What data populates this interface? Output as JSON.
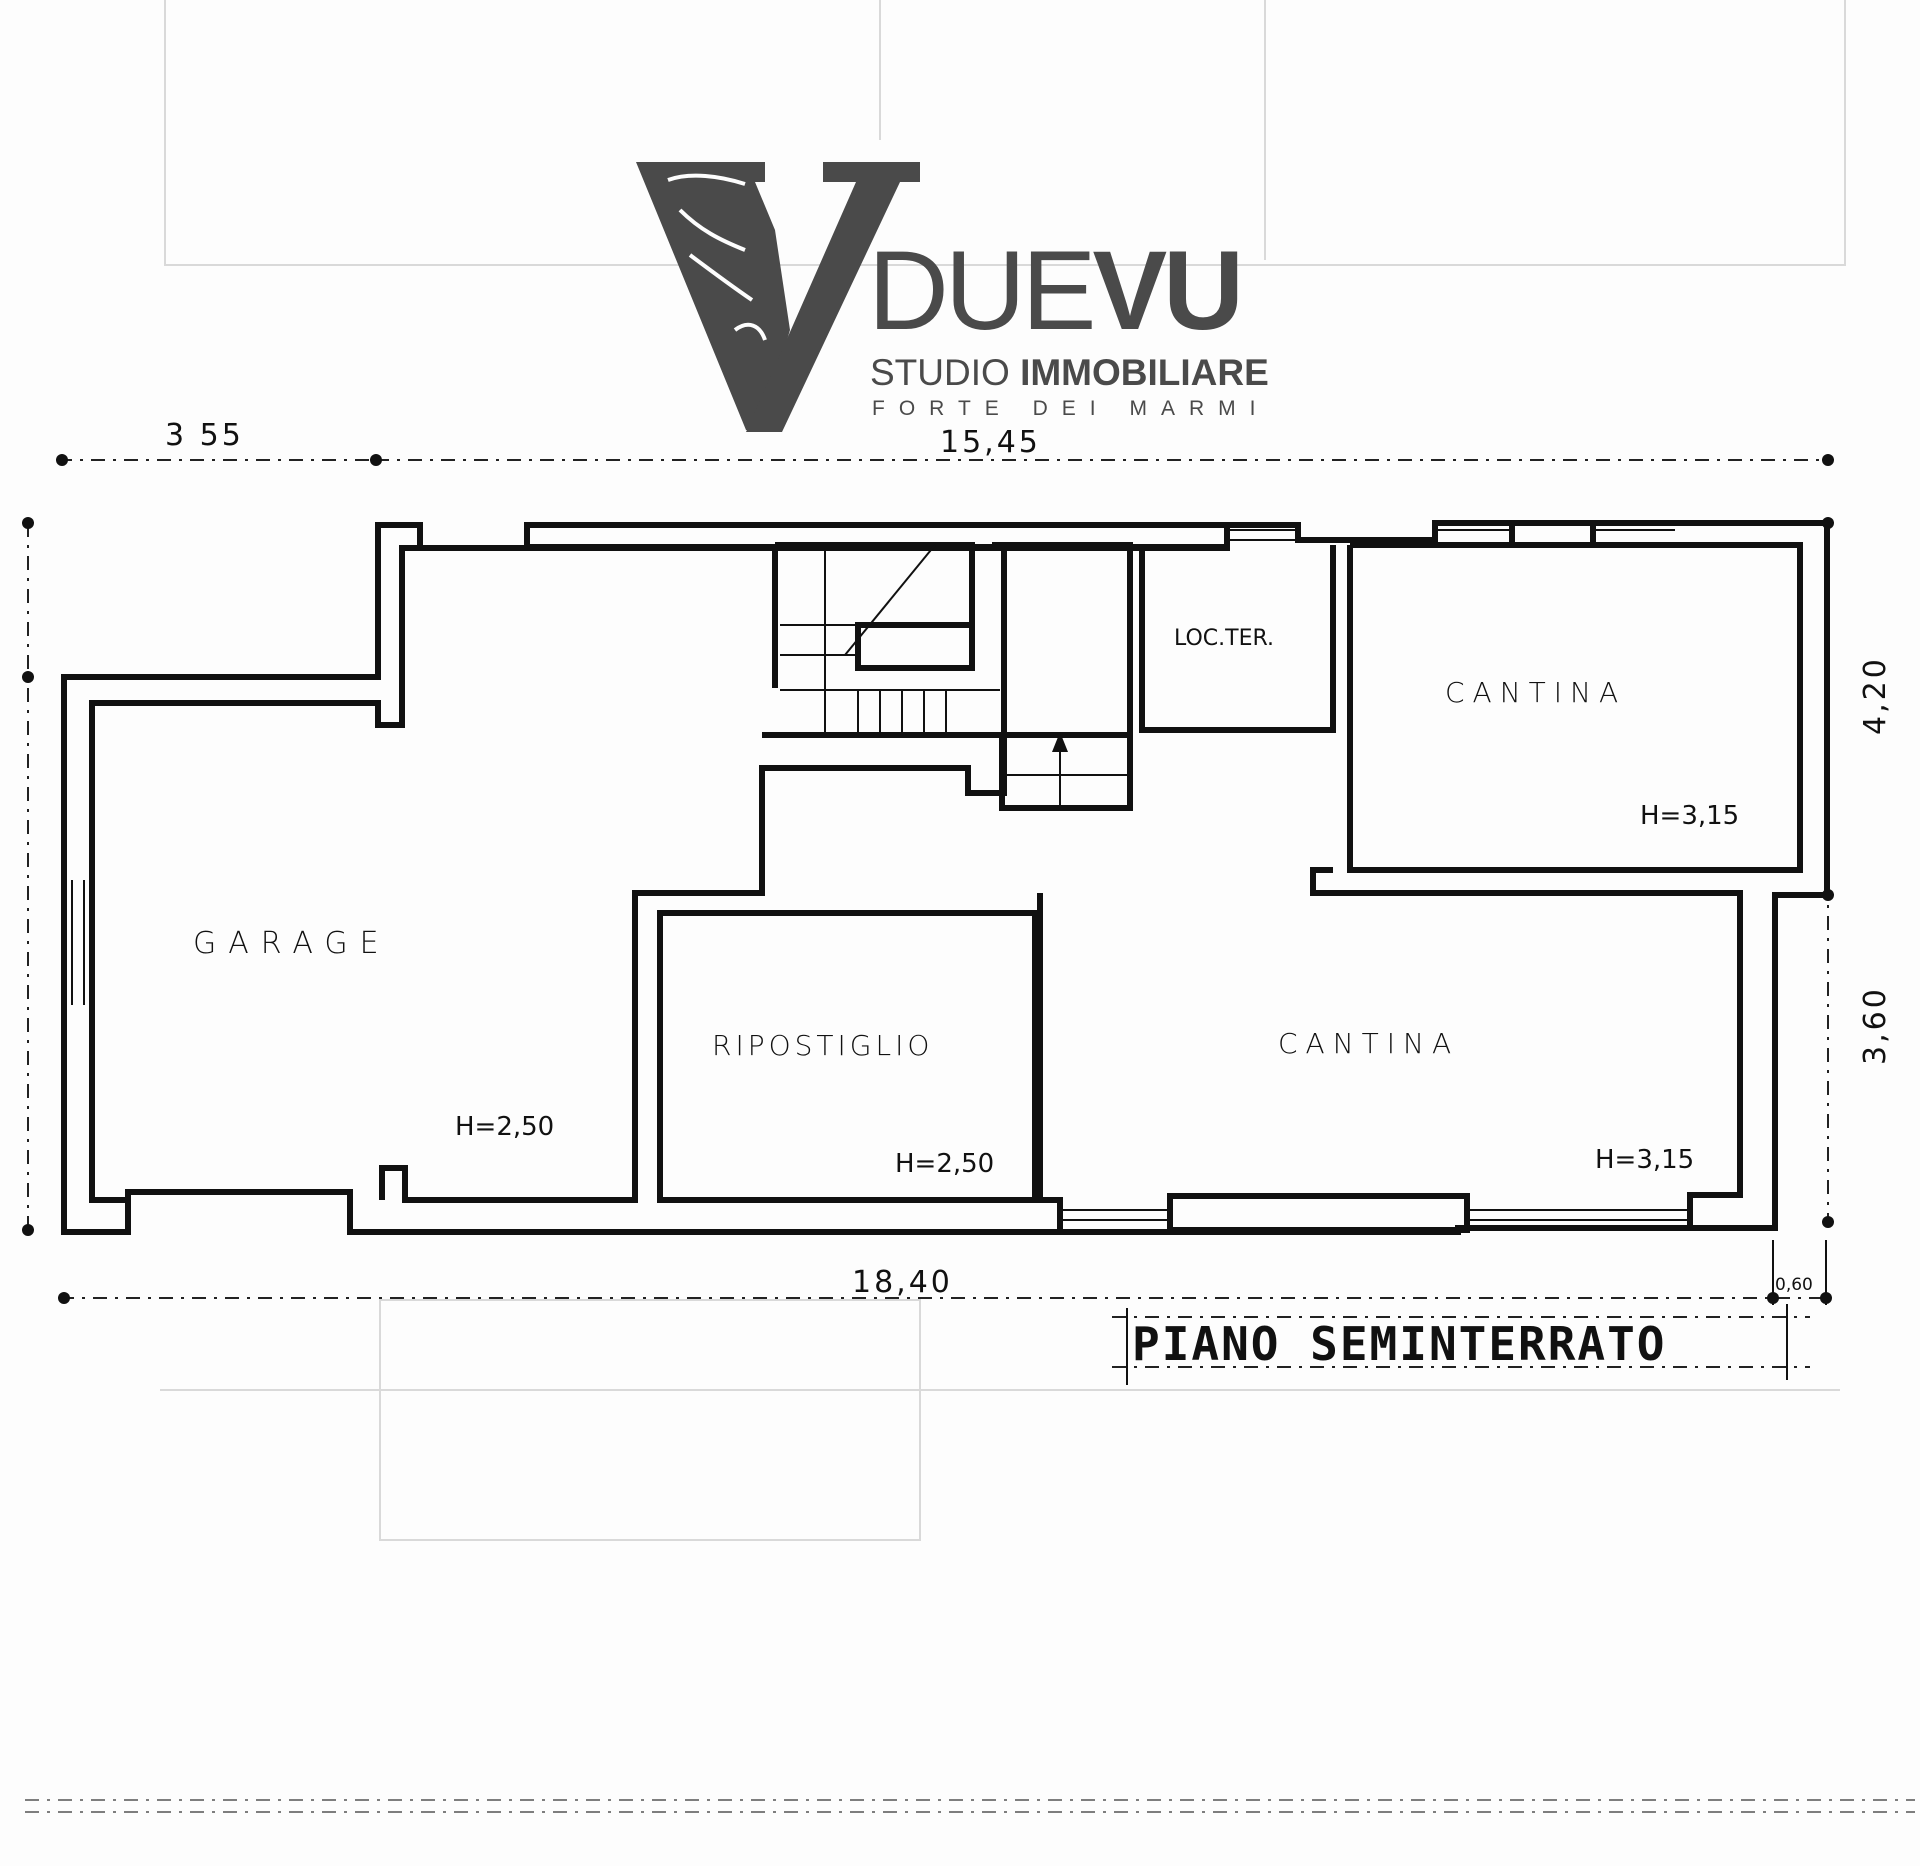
{
  "logo": {
    "brand_light": "DUE",
    "brand_bold": "VU",
    "studio_light": "STUDIO",
    "studio_bold": "IMMOBILIARE",
    "location": "FORTE DEI MARMI",
    "color": "#4a4a4a"
  },
  "plan": {
    "title": "PIANO SEMINTERRATO",
    "rooms": [
      {
        "name": "GARAGE",
        "height": "H=2,50"
      },
      {
        "name": "RIPOSTIGLIO",
        "height": "H=2,50"
      },
      {
        "name": "CANTINA",
        "height": "H=3,15"
      },
      {
        "name": "CANTINA",
        "height": "H=3,15"
      },
      {
        "name": "LOC.TER.",
        "height": ""
      }
    ],
    "dimensions": {
      "top_left": "3 55",
      "top_main": "15,45",
      "bottom_total": "18,40",
      "bottom_offset": "0,60",
      "right_upper": "4,20",
      "right_lower": "3,60"
    }
  },
  "colors": {
    "ink": "#111111",
    "paper": "#fdfdfd",
    "logo": "#4a4a4a"
  }
}
